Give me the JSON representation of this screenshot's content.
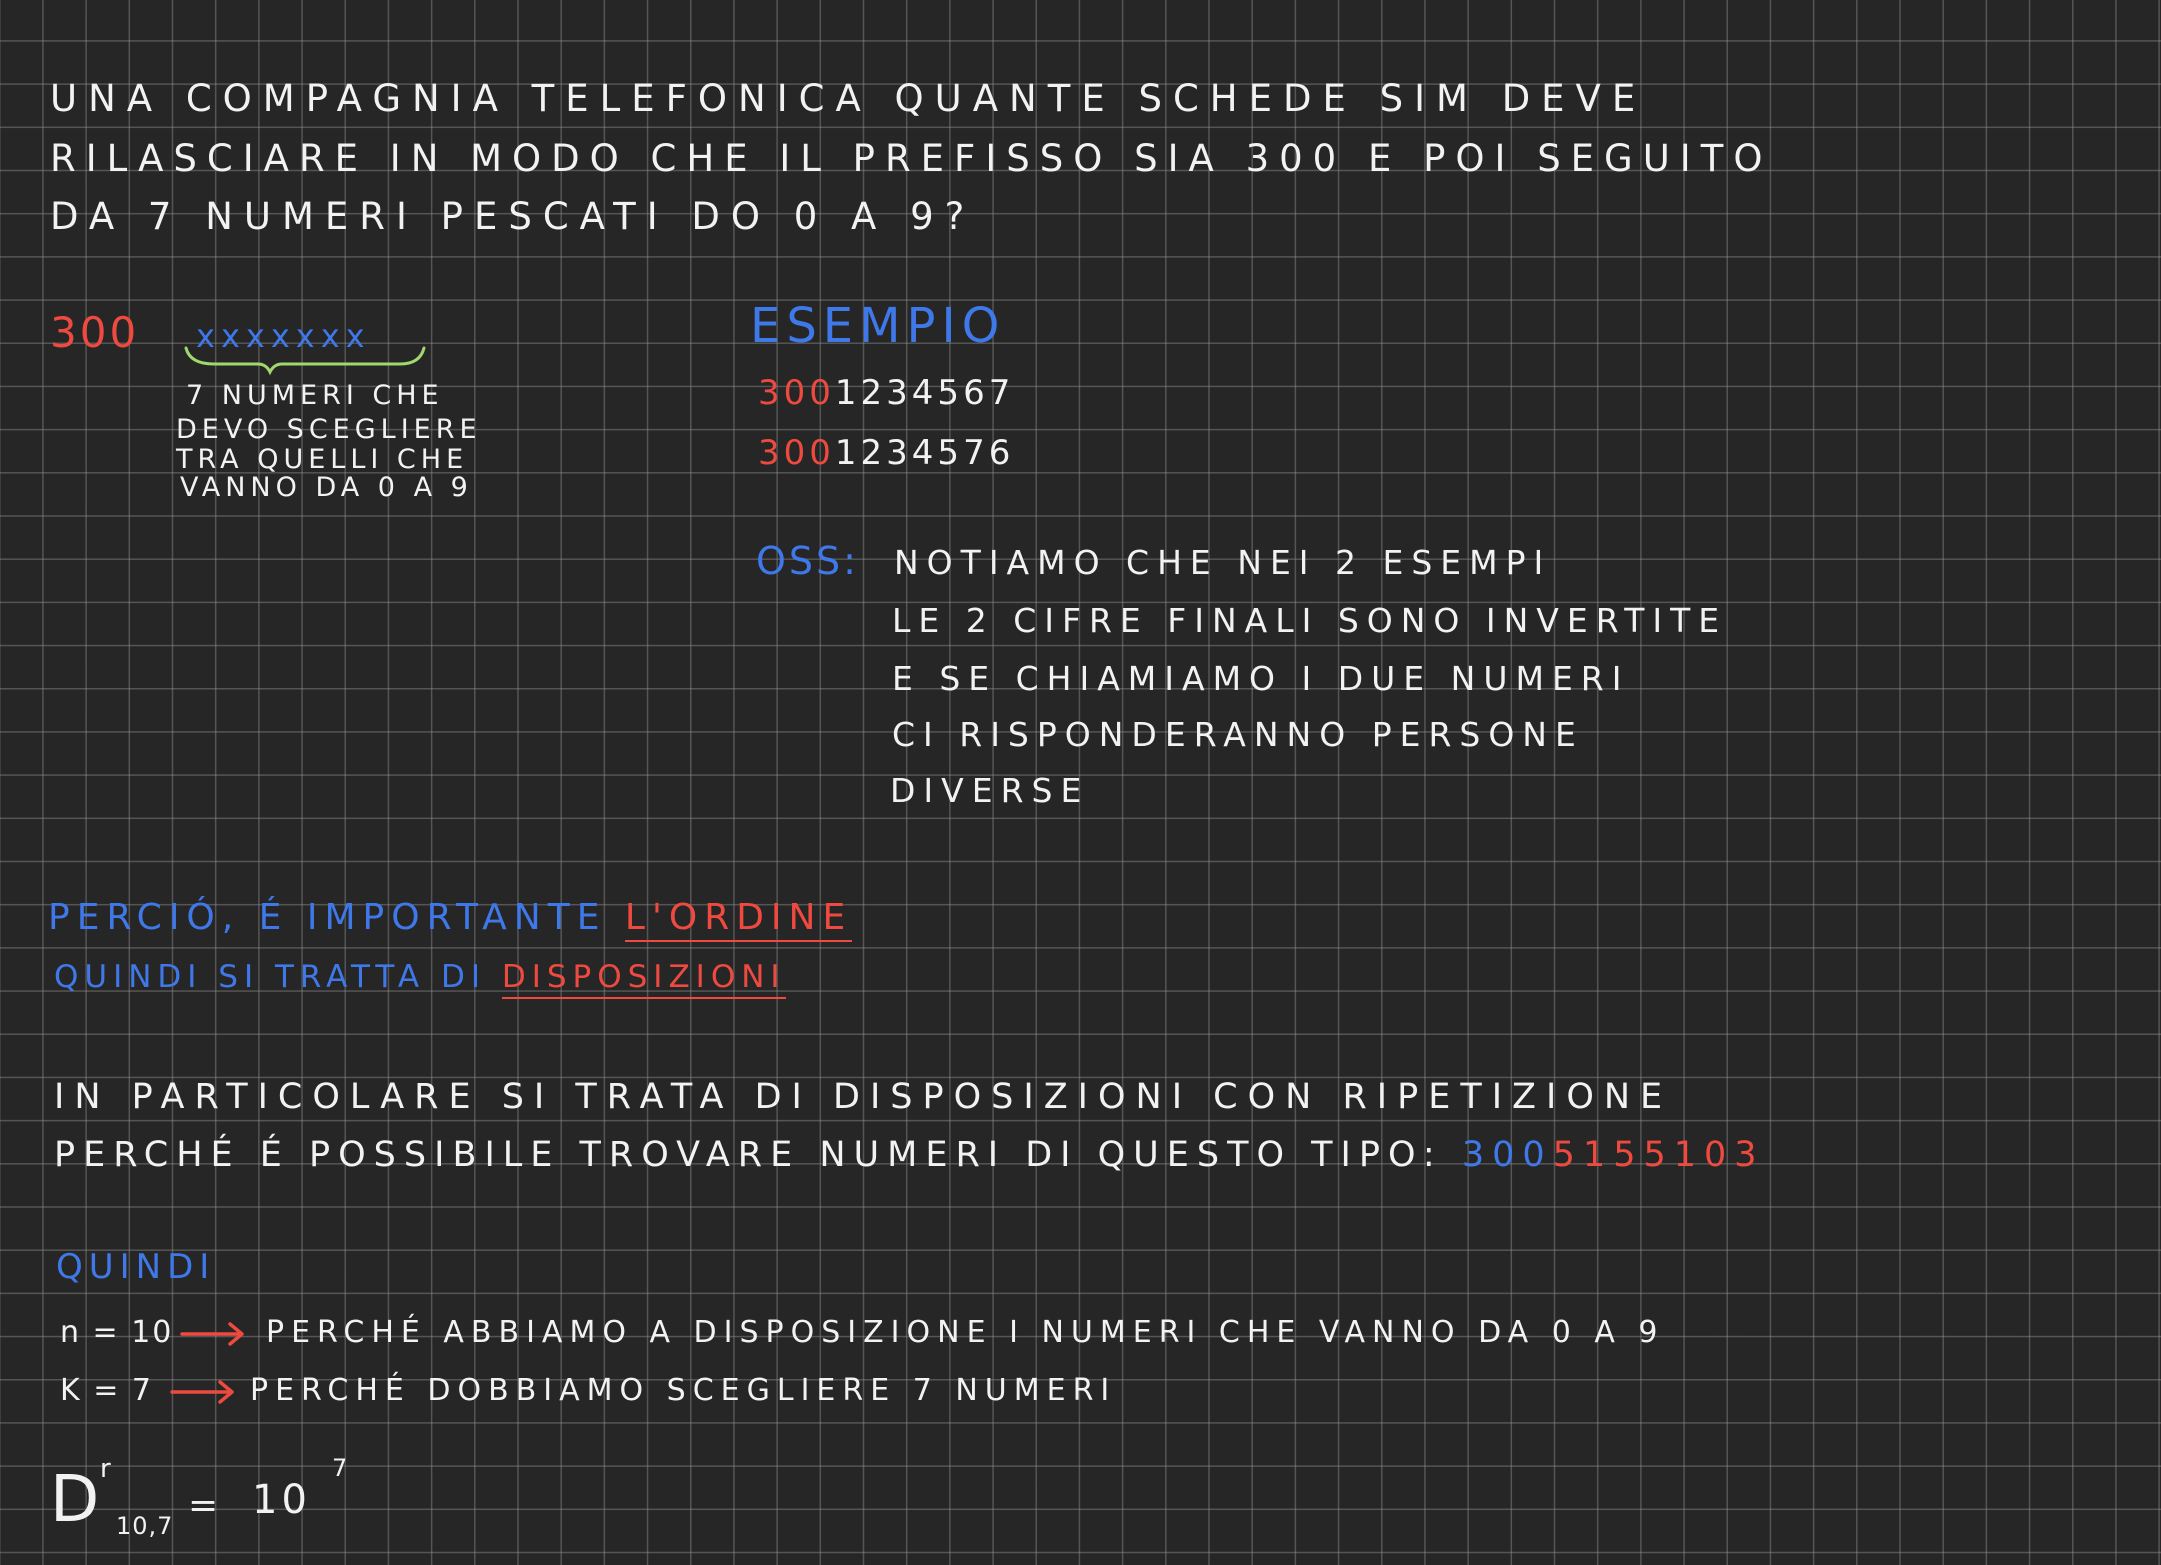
{
  "question": {
    "line1": "UNA COMPAGNIA TELEFONICA QUANTE SCHEDE SIM DEVE",
    "line2": "RILASCIARE IN MODO CHE IL PREFISSO SIA 300 E POI SEGUITO",
    "line3": "DA 7 NUMERI PESCATI DO 0 A 9?"
  },
  "scheme": {
    "prefix": "300",
    "placeholders": "xxxxxxx",
    "note_lines": [
      "7 NUMERI CHE",
      "DEVO SCEGLIERE",
      "TRA QUELLI CHE",
      "VANNO DA 0 A 9"
    ]
  },
  "example": {
    "title": "ESEMPIO",
    "items": [
      {
        "prefix": "300",
        "digits": "1234567"
      },
      {
        "prefix": "300",
        "digits": "1234576"
      }
    ]
  },
  "observation": {
    "label": "OSS:",
    "lines": [
      "NOTIAMO CHE NEI 2 ESEMPI",
      "LE 2 CIFRE FINALI SONO INVERTITE",
      "E SE CHIAMIAMO I DUE NUMERI",
      "CI RISPONDERANNO PERSONE",
      "DIVERSE"
    ]
  },
  "conclusion": {
    "line1_text": "PERCIÓ, É IMPORTANTE",
    "line1_highlight": "L'ORDINE",
    "line2_text": "QUINDI SI TRATTA DI",
    "line2_highlight": "DISPOSIZIONI"
  },
  "particular": {
    "line1": "IN PARTICOLARE SI TRATA DI DISPOSIZIONI CON RIPETIZIONE",
    "line2": "PERCHÉ É POSSIBILE TROVARE NUMERI DI QUESTO TIPO:",
    "example_prefix": "300",
    "example_digits": "5155103"
  },
  "quindi": {
    "title": "QUINDI",
    "n_label": "n = 10",
    "n_text": "PERCHÉ ABBIAMO A DISPOSIZIONE I NUMERI CHE VANNO DA 0 A 9",
    "k_label": "K = 7",
    "k_text": "PERCHÉ DOBBIAMO SCEGLIERE 7 NUMERI"
  },
  "formula": {
    "symbol": "D",
    "superscript": "r",
    "subscript": "10,7",
    "equals": "=",
    "base": "10",
    "exponent": "7"
  },
  "colors": {
    "background": "#262626",
    "grid": "#8a8a8a",
    "ink_white": "#f2f2f2",
    "ink_blue": "#3f78e8",
    "ink_red": "#ee4a3f",
    "ink_green": "#9fd86b"
  }
}
